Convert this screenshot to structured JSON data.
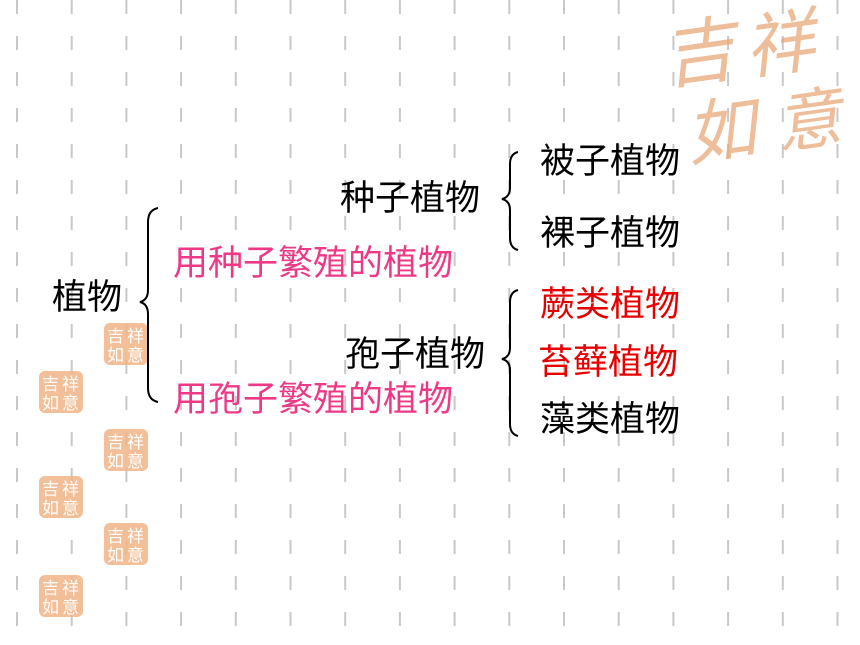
{
  "colors": {
    "text": "#000000",
    "definition": "#ee3a86",
    "highlight": "#e60000",
    "seal": "#f0b486",
    "grid": "#c8c8c8"
  },
  "decoration": {
    "seal_icon": "auspicious-seal-stamp",
    "seal_text": "吉祥如意"
  },
  "tree": {
    "root": "植物",
    "groups": [
      {
        "name": "种子植物",
        "description": "用种子繁殖的植物",
        "members": [
          {
            "name": "被子植物",
            "highlight": false
          },
          {
            "name": "裸子植物",
            "highlight": false
          }
        ]
      },
      {
        "name": "孢子植物",
        "description": "用孢子繁殖的植物",
        "members": [
          {
            "name": "蕨类植物",
            "highlight": true
          },
          {
            "name": "苔藓植物",
            "highlight": true
          },
          {
            "name": "藻类植物",
            "highlight": false
          }
        ]
      }
    ]
  }
}
